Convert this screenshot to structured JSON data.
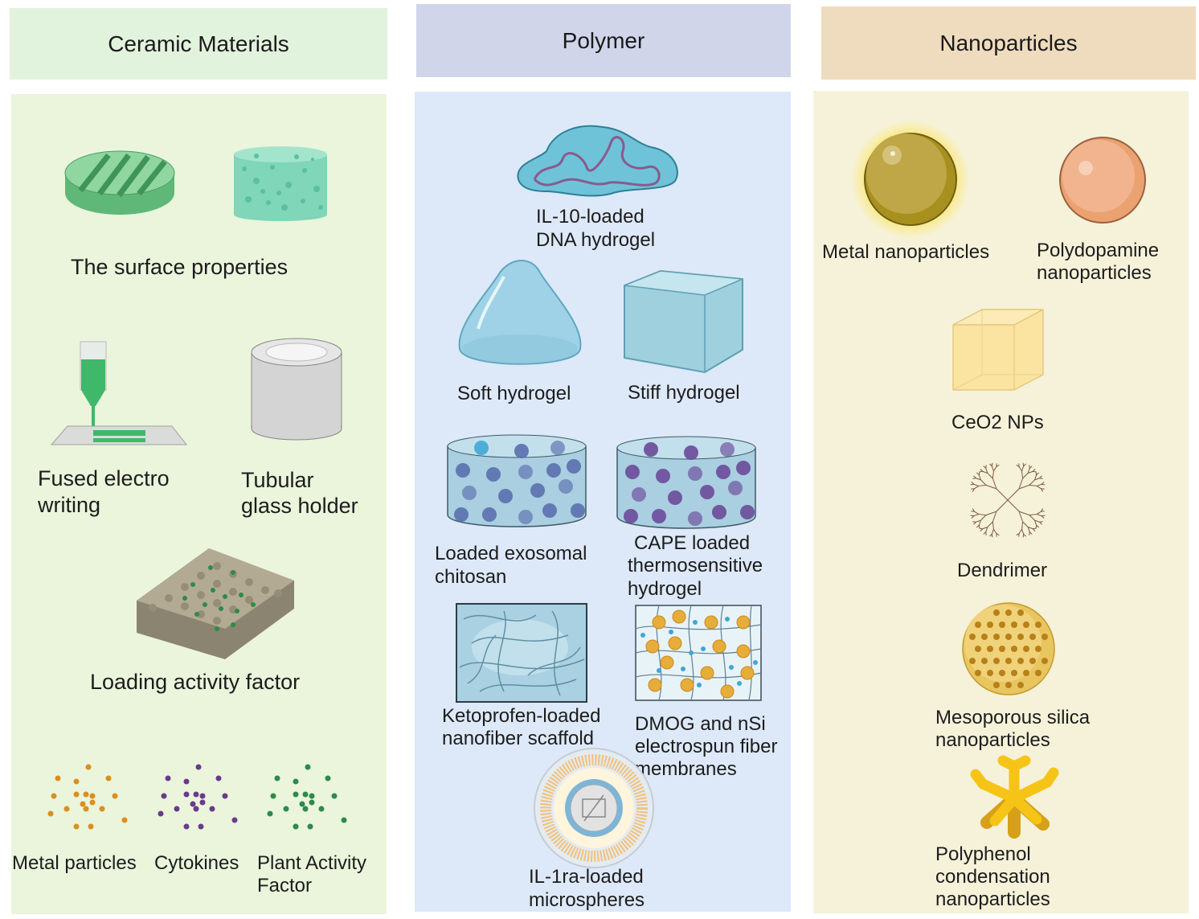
{
  "columns": [
    {
      "title": "Ceramic Materials",
      "header_color": "#e2f3dd",
      "panel_color": "#eaf5dc",
      "items": [
        {
          "label_lines": [
            "The surface properties"
          ],
          "icon": "grooved-disc-and-porous-cylinder-icon"
        },
        {
          "label_lines": [
            "Fused electro",
            "writing"
          ],
          "icon": "electrowriting-nozzle-icon"
        },
        {
          "label_lines": [
            "Tubular",
            "glass holder"
          ],
          "icon": "tubular-holder-icon"
        },
        {
          "label_lines": [
            "Loading activity factor"
          ],
          "icon": "porous-scaffold-icon"
        },
        {
          "label_lines": [
            "Metal particles"
          ],
          "icon": "particle-cloud-icon",
          "dot_color": "#d9901f"
        },
        {
          "label_lines": [
            "Cytokines"
          ],
          "icon": "particle-cloud-icon",
          "dot_color": "#6a3a8a"
        },
        {
          "label_lines": [
            "Plant Activity",
            "Factor"
          ],
          "icon": "particle-cloud-icon",
          "dot_color": "#2f8a4a"
        }
      ]
    },
    {
      "title": "Polymer",
      "header_color": "#d0d5ea",
      "panel_color": "#dde9f8",
      "items": [
        {
          "label_lines": [
            "IL-10-loaded",
            "DNA hydrogel"
          ],
          "icon": "dna-hydrogel-icon"
        },
        {
          "label_lines": [
            "Soft hydrogel"
          ],
          "icon": "soft-hydrogel-icon"
        },
        {
          "label_lines": [
            "Stiff hydrogel"
          ],
          "icon": "stiff-hydrogel-cube-icon"
        },
        {
          "label_lines": [
            "Loaded exosomal",
            "chitosan"
          ],
          "icon": "exosome-chitosan-dish-icon"
        },
        {
          "label_lines": [
            "CAPE loaded",
            "thermosensitive",
            "hydrogel"
          ],
          "icon": "cape-hydrogel-dish-icon"
        },
        {
          "label_lines": [
            "Ketoprofen-loaded",
            "nanofiber scaffold"
          ],
          "icon": "nanofiber-scaffold-icon"
        },
        {
          "label_lines": [
            "DMOG and nSi",
            "electrospun fiber",
            "membranes"
          ],
          "icon": "electrospun-membrane-icon"
        },
        {
          "label_lines": [
            "IL-1ra-loaded",
            "microspheres"
          ],
          "icon": "microsphere-icon"
        }
      ]
    },
    {
      "title": "Nanoparticles",
      "header_color": "#efdcbf",
      "panel_color": "#f6f2d9",
      "items": [
        {
          "label_lines": [
            "Metal nanoparticles"
          ],
          "icon": "metal-nanoparticle-icon"
        },
        {
          "label_lines": [
            "Polydopamine",
            "nanoparticles"
          ],
          "icon": "polydopamine-nanoparticle-icon"
        },
        {
          "label_lines": [
            "CeO2 NPs"
          ],
          "icon": "ceo2-cube-icon"
        },
        {
          "label_lines": [
            "Dendrimer"
          ],
          "icon": "dendrimer-icon"
        },
        {
          "label_lines": [
            "Mesoporous silica",
            "nanoparticles"
          ],
          "icon": "mesoporous-silica-icon"
        },
        {
          "label_lines": [
            "Polyphenol",
            "condensation",
            "nanoparticles"
          ],
          "icon": "polyphenol-nanoparticle-icon"
        }
      ]
    }
  ]
}
